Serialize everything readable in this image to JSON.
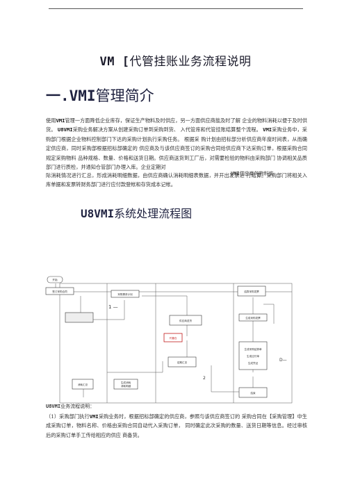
{
  "title": {
    "prefix": "VM [",
    "text": "代管挂账业务流程说明"
  },
  "section1": {
    "number": "一.VMI",
    "title": "管理简介"
  },
  "para1": {
    "t0": "使用",
    "b1": "VMI",
    "t1": "管理一方面降低企业库存，保证生产物料及时供应，另一方面供应商能及时了解 企业的物料消耗以便于及时供货。",
    "b2": "U8VMI",
    "t2": "采购业务解决方案从创建采购订单到采购到货、 入代管库和代管挂账结算整个流程。",
    "b3": "VMI",
    "t3": "采购业务中，采购部门根据企业物料控制部门下达的采购计划执行采购任务。 根据采 购计划由招标部分析供应商年度时间表，从而确定供应商，同时采购部根据招标部确定的 供应商及与该供应商签订的采购合同给供应商下达采购订单，根据采购合同规定采购物料 品种规格、数量、价格和送货日期。供应商送货到工厂后，对需要检验的物料由采购部门 协调相关品质部门进行质检，并通知仓管部门办理入库。企业定期对"
  },
  "aside": {
    "b": "VMI",
    "t": "供应商的物料实"
  },
  "para2": "际消耗情况进行汇总，形成消耗明细数据，由供应商确认消耗明细表数据，并开出发票进 行结算。采购部门将相关入库单据和发票转财务部门进行应付款登帐和存货成本记帐。",
  "section2": {
    "b": "U8VMI",
    "title": "系统处理流程图"
  },
  "flowchart": {
    "start": "开始",
    "node_left_top": "签订采购合同",
    "node_top_center": "采购需求计划",
    "node_mid": "供应商送货",
    "node_red": "代管仓",
    "node_summary": "定期汇总",
    "node_left_bottom": "消耗汇总",
    "node_bottom_a": "生成消耗",
    "node_bottom_b": "消耗明细",
    "node_right_top": "结算采购发票",
    "node_right_a": "生成采购发票",
    "node_right_b": "生成采购结算单",
    "node_right_c": "生成应付单",
    "node_right_d": "生成凭证",
    "node_end": "结束",
    "mark_1": "1 —",
    "mark_2": "D—",
    "mark_3": "2"
  },
  "caption": {
    "b": "U8VMI",
    "t": "业务流程说明："
  },
  "para3": {
    "t0": "（1）采购部门执行",
    "b1": "VMI",
    "t1": "采购业务时，根据招标部确定的供应商，参照与该供应商签订的 采购合同在【采购管理】中生成采购订单，物料名称、价格由采购合同自动代入采购订单， 同时确定此次采购的数量、送货日期等信息。经过审核后的采购订单手工传给相应的供应 商备货。"
  }
}
